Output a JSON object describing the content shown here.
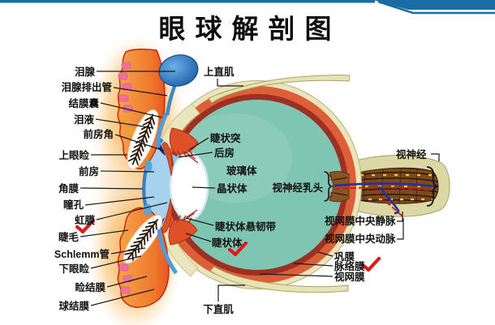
{
  "title": "眼球解剖图",
  "colors": {
    "band_blue": "#1a6ca4",
    "sclera_cream": "#e9e5bd",
    "choroid_orange": "#dd5f38",
    "retina_dark_red": "#9e2f23",
    "vitreous_teal": "#7fc6b2",
    "lens_white": "#ffffff",
    "lacrimal_blue": "#2f7ab8",
    "nerve_brown": "#7b4a20",
    "vein_blue": "#2a2f92",
    "artery_red": "#ce1f15",
    "checkmark_red": "#e01818"
  },
  "labels": {
    "lacrimal_gland": "泪腺",
    "lacrimal_excretory_duct": "泪腺排出管",
    "conjunctival_sac": "结膜囊",
    "tear_fluid": "泪液",
    "anterior_chamber_angle": "前房角",
    "upper_eyelid": "上眼睑",
    "anterior_chamber": "前房",
    "cornea": "角膜",
    "pupil": "瞳孔",
    "iris": "虹膜",
    "eyelash": "睫毛",
    "schlemm_canal": "Schlemm管",
    "lower_eyelid": "下眼睑",
    "palpebral_conjunctiva": "睑结膜",
    "bulbar_conjunctiva": "球结膜",
    "superior_rectus": "上直肌",
    "ciliary_process": "睫状突",
    "posterior_chamber": "后房",
    "vitreous_body": "玻璃体",
    "lens": "晶状体",
    "optic_papilla": "视神经乳头",
    "suspensory_ligament": "睫状体悬韧带",
    "ciliary_body": "睫状体",
    "inferior_rectus": "下直肌",
    "optic_nerve": "视神经",
    "central_retinal_vein": "视网膜中央静脉",
    "central_retinal_artery": "视网膜中央动脉",
    "sclera": "巩膜",
    "choroid": "脉络膜",
    "retina": "视网膜"
  }
}
